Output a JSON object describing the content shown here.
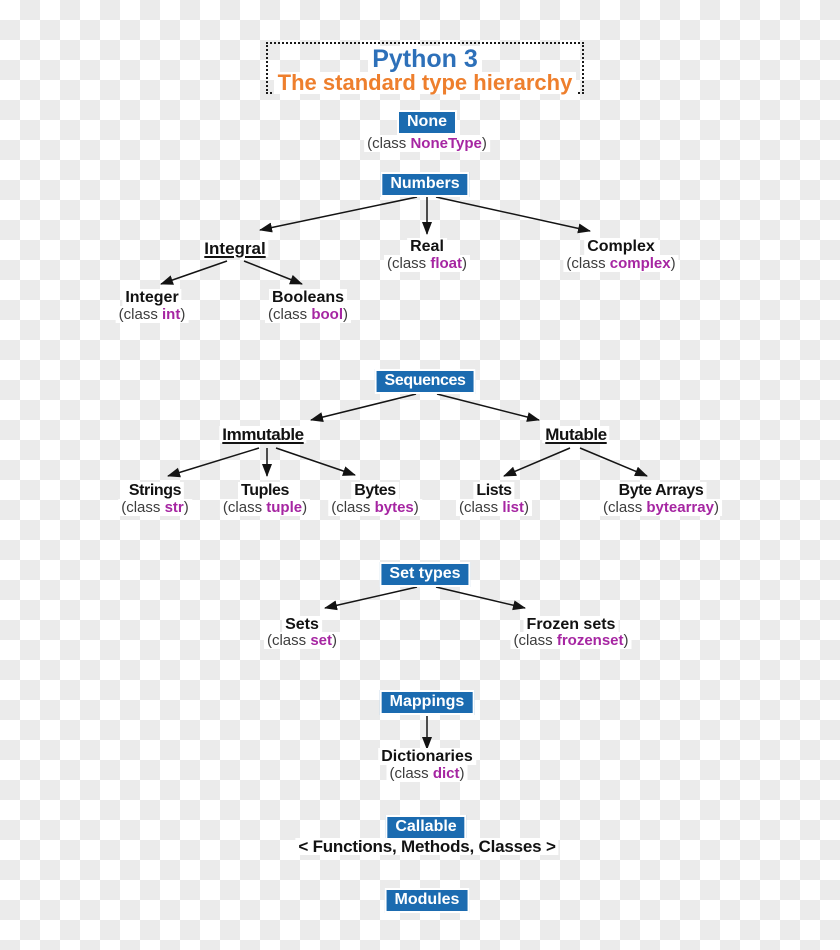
{
  "title": {
    "line1": "Python 3",
    "line2": "The standard type hierarchy"
  },
  "shared": {
    "class_prefix": "(class ",
    "class_suffix": ")"
  },
  "headers": {
    "none": "None",
    "numbers": "Numbers",
    "sequences": "Sequences",
    "set_types": "Set types",
    "mappings": "Mappings",
    "callable": "Callable",
    "modules": "Modules"
  },
  "groups": {
    "integral": "Integral",
    "immutable": "Immutable",
    "mutable": "Mutable"
  },
  "nodes": {
    "none_type": {
      "cls": "NoneType"
    },
    "real": {
      "name": "Real",
      "cls": "float"
    },
    "complex": {
      "name": "Complex",
      "cls": "complex"
    },
    "integer": {
      "name": "Integer",
      "cls": "int"
    },
    "booleans": {
      "name": "Booleans",
      "cls": "bool"
    },
    "strings": {
      "name": "Strings",
      "cls": "str"
    },
    "tuples": {
      "name": "Tuples",
      "cls": "tuple"
    },
    "bytes": {
      "name": "Bytes",
      "cls": "bytes"
    },
    "lists": {
      "name": "Lists",
      "cls": "list"
    },
    "byte_arrays": {
      "name": "Byte Arrays",
      "cls": "bytearray"
    },
    "sets": {
      "name": "Sets",
      "cls": "set"
    },
    "frozen_sets": {
      "name": "Frozen sets",
      "cls": "frozenset"
    },
    "dictionaries": {
      "name": "Dictionaries",
      "cls": "dict"
    }
  },
  "callable_detail": "< Functions, Methods, Classes >",
  "colors": {
    "header_blue": "#1b6bb0",
    "title_blue": "#2d70b9",
    "title_orange": "#ee7f2d",
    "class_magenta": "#a626a2",
    "class_gray": "#3d3d3d",
    "text_black": "#121212",
    "checker_gray": "#ebebeb",
    "checker_white": "#ffffff"
  }
}
